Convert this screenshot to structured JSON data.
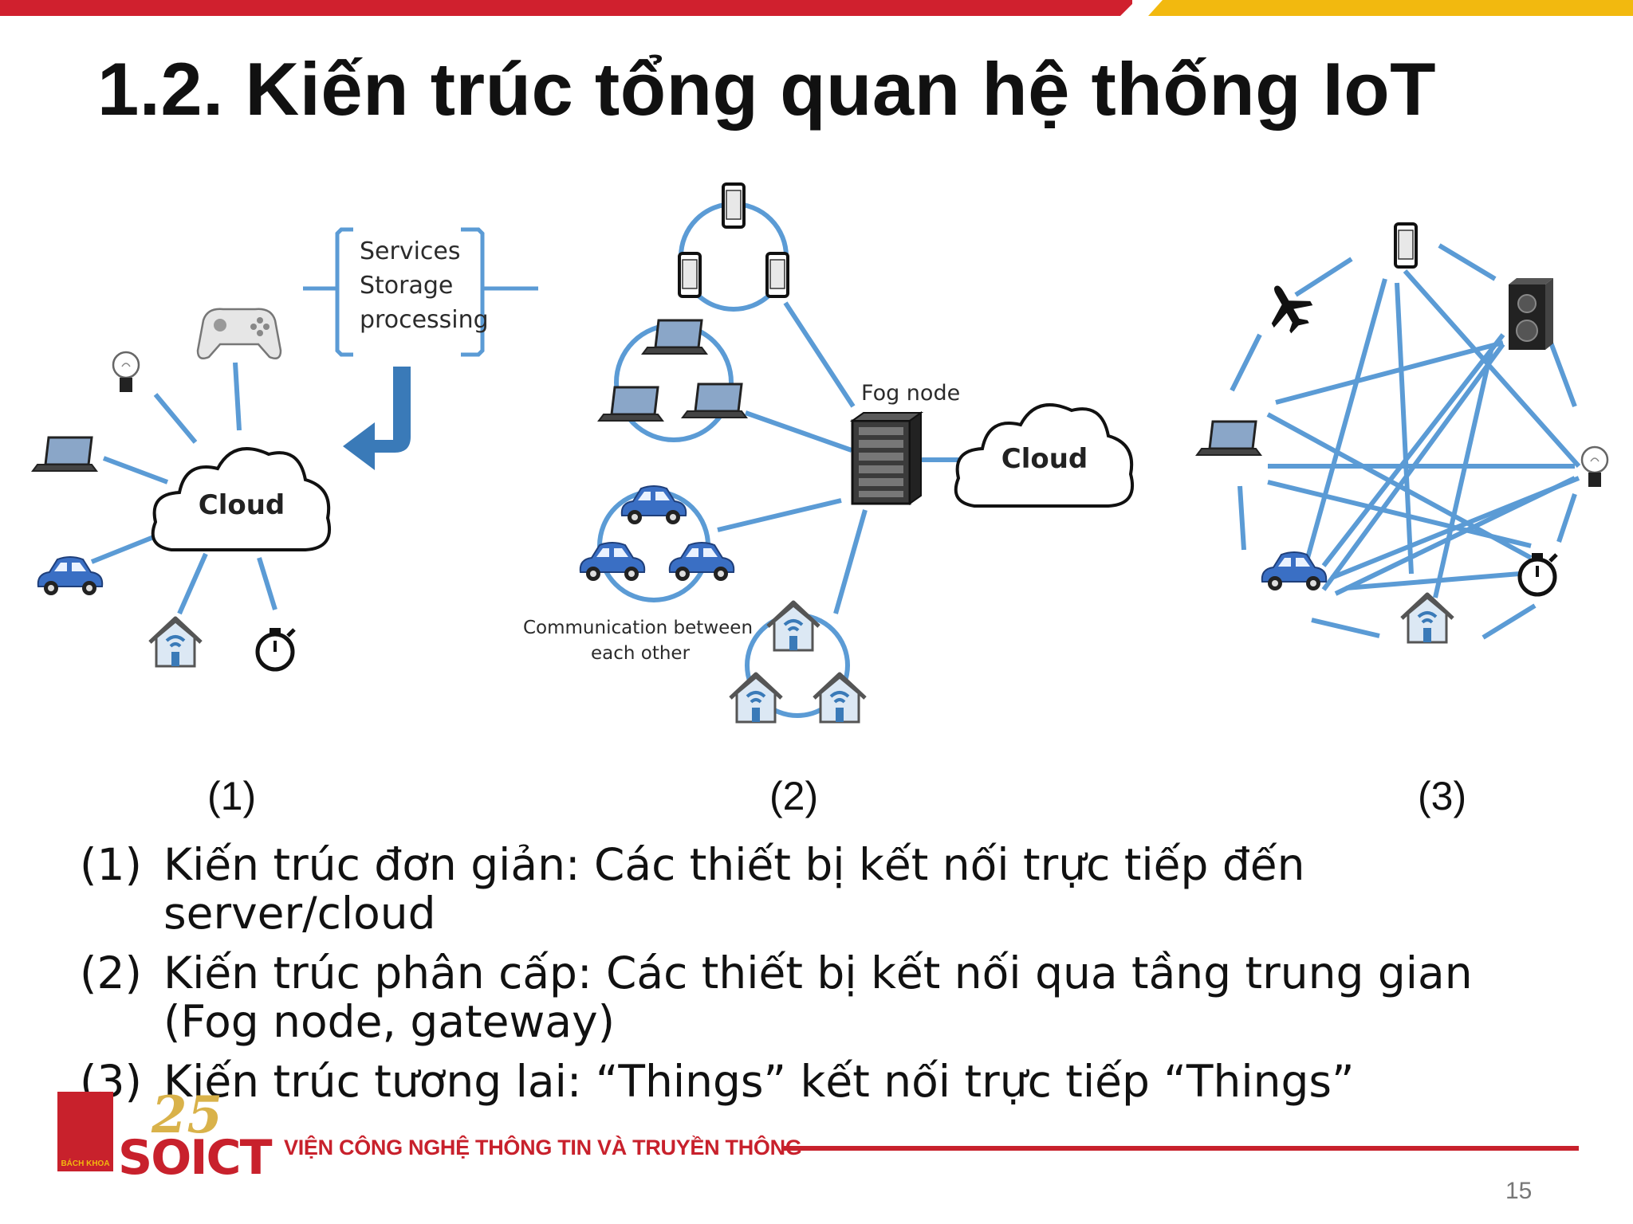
{
  "slide": {
    "title": "1.2. Kiến trúc tổng quan hệ thống IoT",
    "page_number": "15"
  },
  "diagram1": {
    "services": [
      "Services",
      "Storage",
      "processing"
    ],
    "cloud_label": "Cloud",
    "caption": "(1)"
  },
  "diagram2": {
    "fog_label": "Fog node",
    "cloud_label": "Cloud",
    "comm_line1": "Communication between",
    "comm_line2": "each other",
    "caption": "(2)"
  },
  "diagram3": {
    "caption": "(3)"
  },
  "bullets": [
    {
      "num": "(1)",
      "text": "Kiến trúc đơn giản: Các thiết bị kết nối trực tiếp đến server/cloud"
    },
    {
      "num": "(2)",
      "text": "Kiến trúc phân cấp: Các thiết bị kết nối qua tầng trung gian (Fog node, gateway)"
    },
    {
      "num": "(3)",
      "text": "Kiến trúc tương lai: “Things” kết nối trực tiếp “Things”"
    }
  ],
  "footer": {
    "institute": "VIỆN CÔNG NGHỆ THÔNG TIN VÀ TRUYỀN THÔNG",
    "logo_small": "BÁCH KHOA",
    "logo_number": "25",
    "logo_text": "SOICT"
  },
  "colors": {
    "accent_red": "#d0202e",
    "accent_yellow": "#f2b90f",
    "link_blue": "#5b9bd5",
    "device_blue": "#3a6fc4"
  }
}
